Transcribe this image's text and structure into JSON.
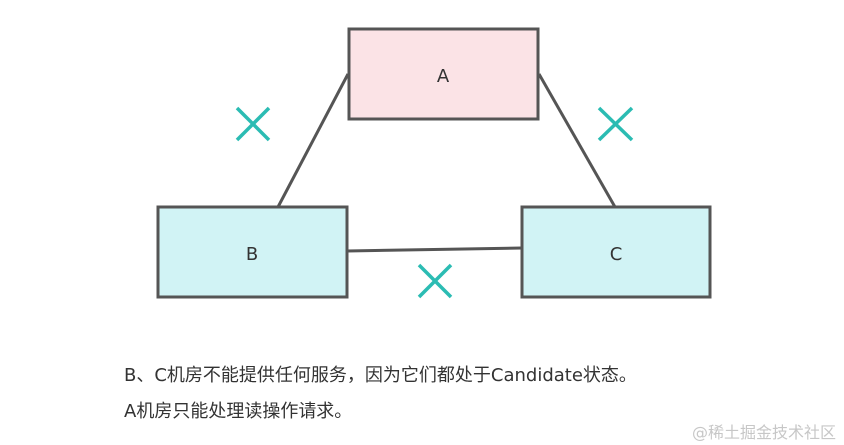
{
  "diagram": {
    "nodes": [
      {
        "id": "A",
        "label": "A",
        "fill": "#fbe3e6"
      },
      {
        "id": "B",
        "label": "B",
        "fill": "#d1f3f5"
      },
      {
        "id": "C",
        "label": "C",
        "fill": "#d1f3f5"
      }
    ],
    "edges": [
      {
        "from": "A",
        "to": "B",
        "status": "disconnected"
      },
      {
        "from": "A",
        "to": "C",
        "status": "disconnected"
      },
      {
        "from": "B",
        "to": "C",
        "status": "disconnected"
      }
    ],
    "stroke_color": "#555555",
    "cross_color": "#2bbcb3",
    "cross_icon": "cross-icon"
  },
  "captions": {
    "line1": "B、C机房不能提供任何服务，因为它们都处于Candidate状态。",
    "line2": "A机房只能处理读操作请求。"
  },
  "watermark": "@稀土掘金技术社区"
}
